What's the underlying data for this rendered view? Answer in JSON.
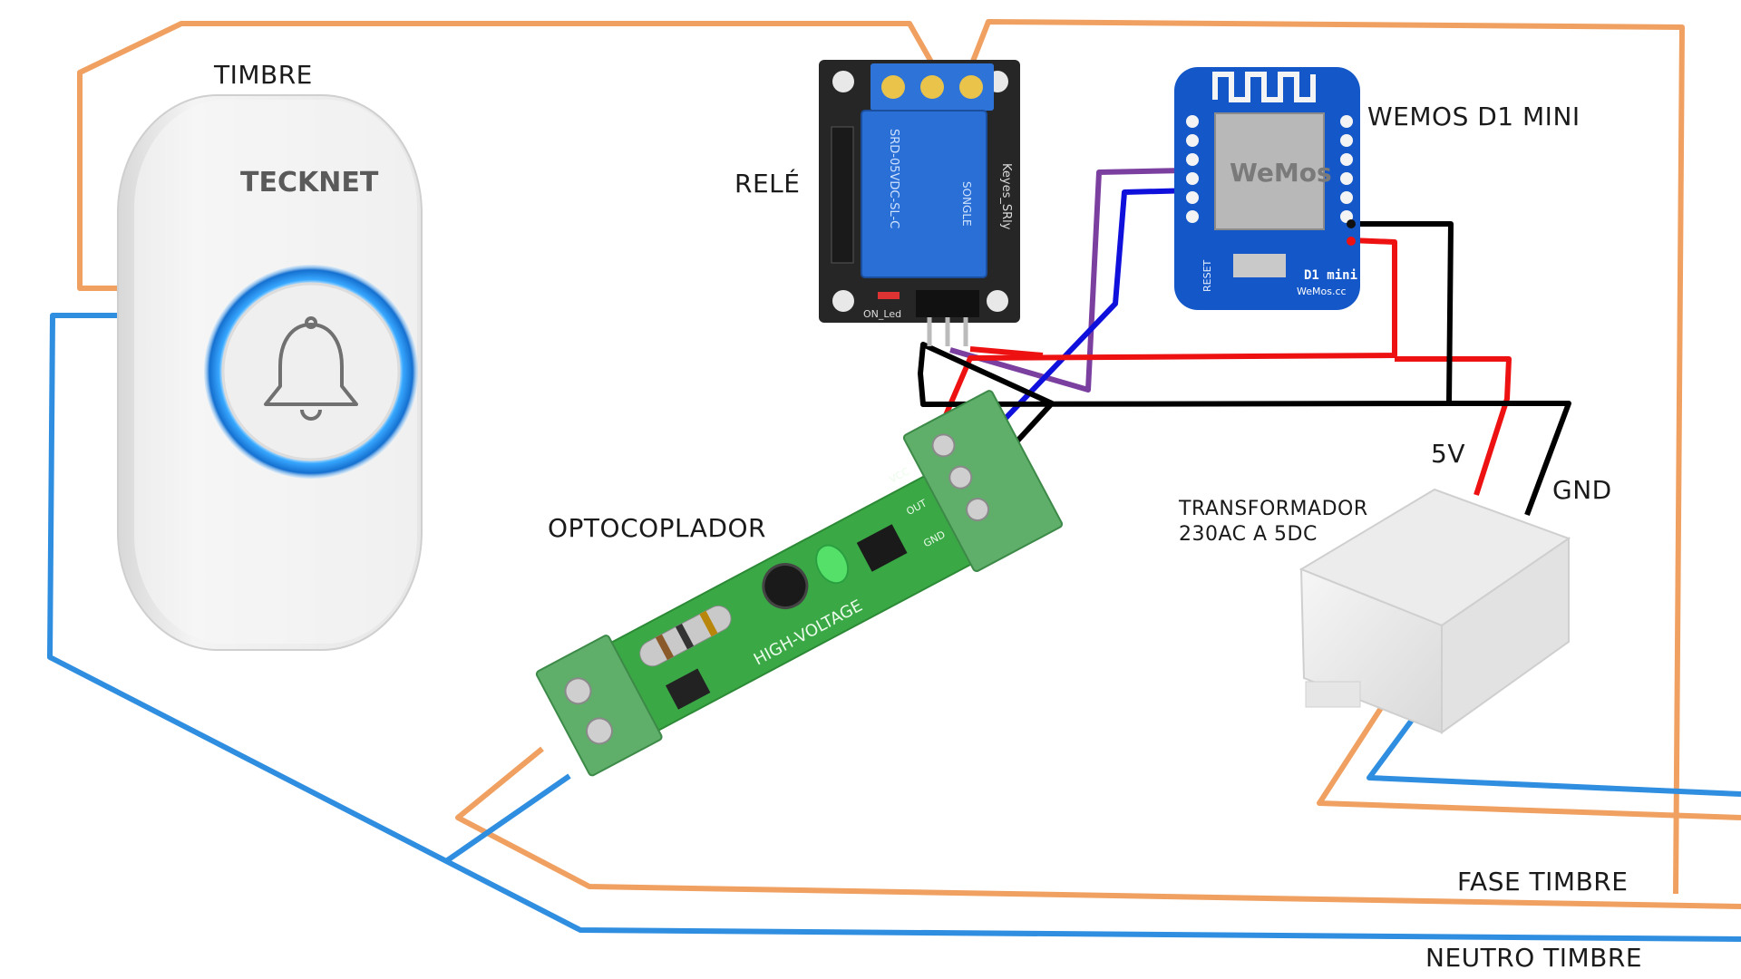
{
  "labels": {
    "timbre": "TIMBRE",
    "tecknet": "TECKNET",
    "rele": "RELÉ",
    "wemos": "WEMOS D1 MINI",
    "optocoplador": "OPTOCOPLADOR",
    "transformador_line1": "TRANSFORMADOR",
    "transformador_line2": "230AC A 5DC",
    "v5": "5V",
    "gnd": "GND",
    "fase_timbre": "FASE TIMBRE",
    "neutro_timbre": "NEUTRO TIMBRE"
  },
  "board_text": {
    "relay_model": "SRD-05VDC-SL-C",
    "relay_brand": "SONGLE",
    "relay_maker": "Keyes_SRly",
    "relay_led": "ON_Led",
    "wemos_logo": "WeMos",
    "wemos_name": "D1 mini",
    "wemos_site": "WeMos.cc",
    "wemos_reset": "RESET",
    "opto_text": "HIGH-VOLTAGE",
    "opto_out": "OUT",
    "opto_gnd": "GND",
    "opto_vcc": "VCC"
  },
  "colors": {
    "fase_wire": "#f0a060",
    "neutro_wire": "#2f8ee0",
    "vcc_wire": "#ee1111",
    "gnd_wire": "#000000",
    "signal_wire_blue": "#1010dd",
    "signal_wire_purple": "#7b3fa0",
    "bell_ring": "#1e90ff",
    "relay_blue": "#2a6fd6",
    "wemos_blue": "#1457c8",
    "pcb_green": "#3aa845",
    "terminal_green": "#5fae6a"
  }
}
